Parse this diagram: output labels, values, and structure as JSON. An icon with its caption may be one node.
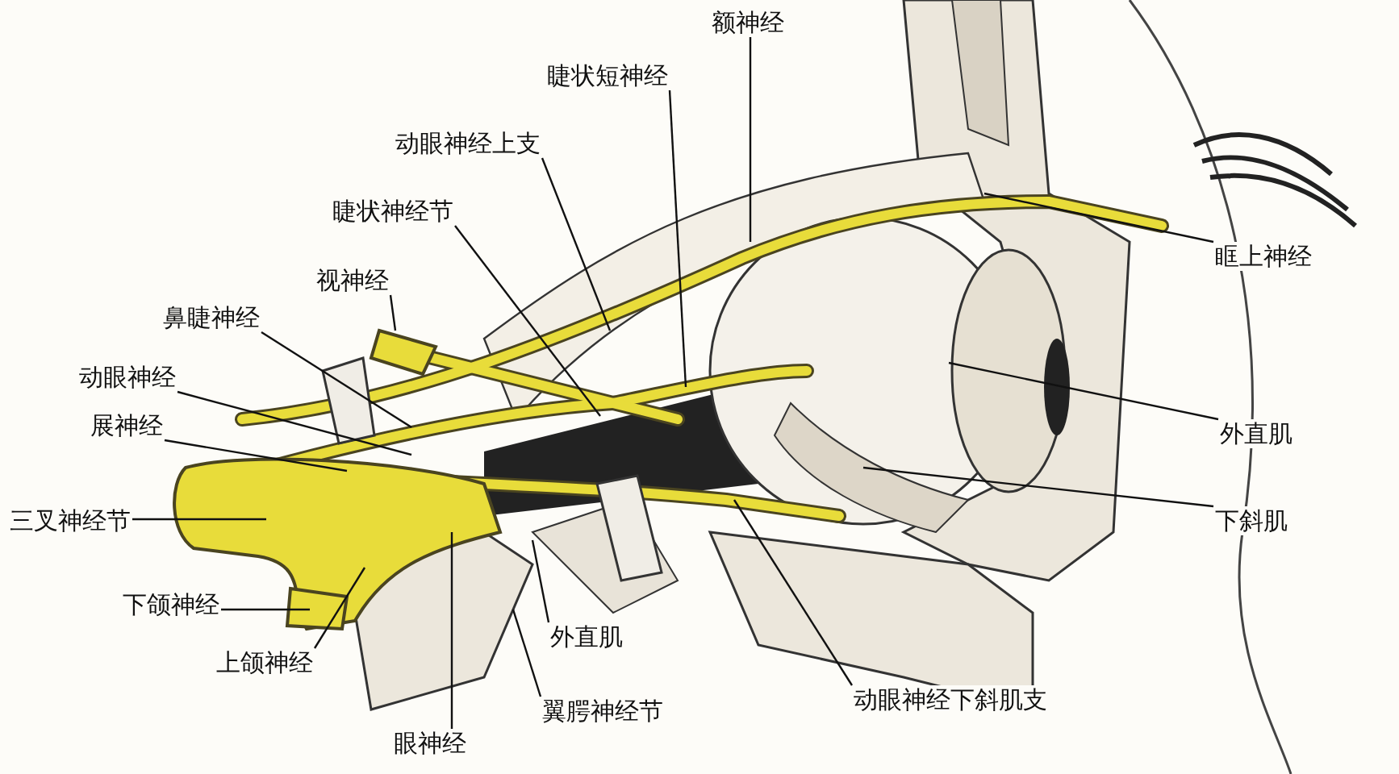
{
  "diagram": {
    "nodes": [
      {
        "text": [
          "额神经"
        ]
      },
      {
        "text": [
          "睫状短神经"
        ]
      },
      {
        "text": [
          "动眼神经上支"
        ]
      },
      {
        "text": [
          "睫状神经节"
        ]
      },
      {
        "text": [
          "视神经"
        ]
      },
      {
        "text": [
          "鼻睫神经"
        ]
      },
      {
        "text": [
          "动眼神经"
        ]
      },
      {
        "text": [
          "展神经"
        ]
      },
      {
        "text": [
          "三叉神经节"
        ]
      },
      {
        "text": [
          "下颌神经"
        ]
      },
      {
        "text": [
          "上颌神经"
        ]
      },
      {
        "text": [
          "眼神经"
        ]
      },
      {
        "text": [
          "翼腭神经节"
        ]
      },
      {
        "text": [
          "外直肌"
        ]
      },
      {
        "text": [
          "动眼神经下斜肌支"
        ]
      },
      {
        "text": [
          "下斜肌"
        ]
      },
      {
        "text": [
          "外直肌"
        ]
      },
      {
        "text": [
          "眶上神经"
        ]
      }
    ],
    "edges": [
      {
        "from": 0,
        "to": null,
        "arrow": "none"
      },
      {
        "from": 1,
        "to": null,
        "arrow": "none"
      },
      {
        "from": 2,
        "to": null,
        "arrow": "none"
      },
      {
        "from": 3,
        "to": null,
        "arrow": "none"
      },
      {
        "from": 4,
        "to": null,
        "arrow": "none"
      },
      {
        "from": 5,
        "to": null,
        "arrow": "none"
      },
      {
        "from": 6,
        "to": null,
        "arrow": "none"
      },
      {
        "from": 7,
        "to": null,
        "arrow": "none"
      },
      {
        "from": 8,
        "to": null,
        "arrow": "none"
      },
      {
        "from": 9,
        "to": null,
        "arrow": "none"
      },
      {
        "from": 10,
        "to": null,
        "arrow": "none"
      },
      {
        "from": 11,
        "to": null,
        "arrow": "none"
      },
      {
        "from": 12,
        "to": null,
        "arrow": "none"
      },
      {
        "from": 13,
        "to": null,
        "arrow": "none"
      },
      {
        "from": 14,
        "to": null,
        "arrow": "none"
      },
      {
        "from": 15,
        "to": null,
        "arrow": "none"
      },
      {
        "from": 16,
        "to": null,
        "arrow": "none"
      },
      {
        "from": 17,
        "to": null,
        "arrow": "none"
      }
    ]
  }
}
